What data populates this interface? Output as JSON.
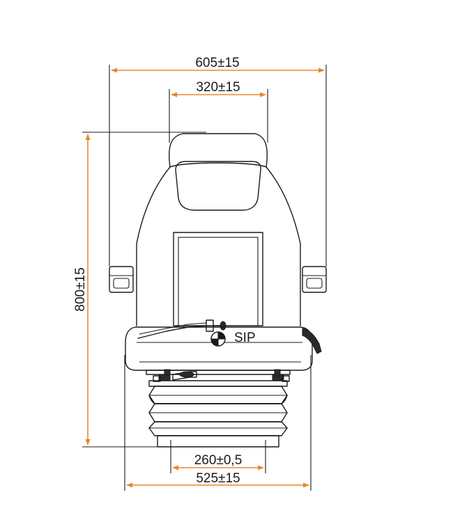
{
  "diagram": {
    "accent_color": "#E8892B",
    "line_color": "#1a1a1a",
    "dimensions": {
      "overall_width": "605±15",
      "backrest_width": "320±15",
      "height": "800±15",
      "base_width": "260±0,5",
      "cushion_width": "525±15"
    },
    "seat_index_point": "SIP"
  }
}
